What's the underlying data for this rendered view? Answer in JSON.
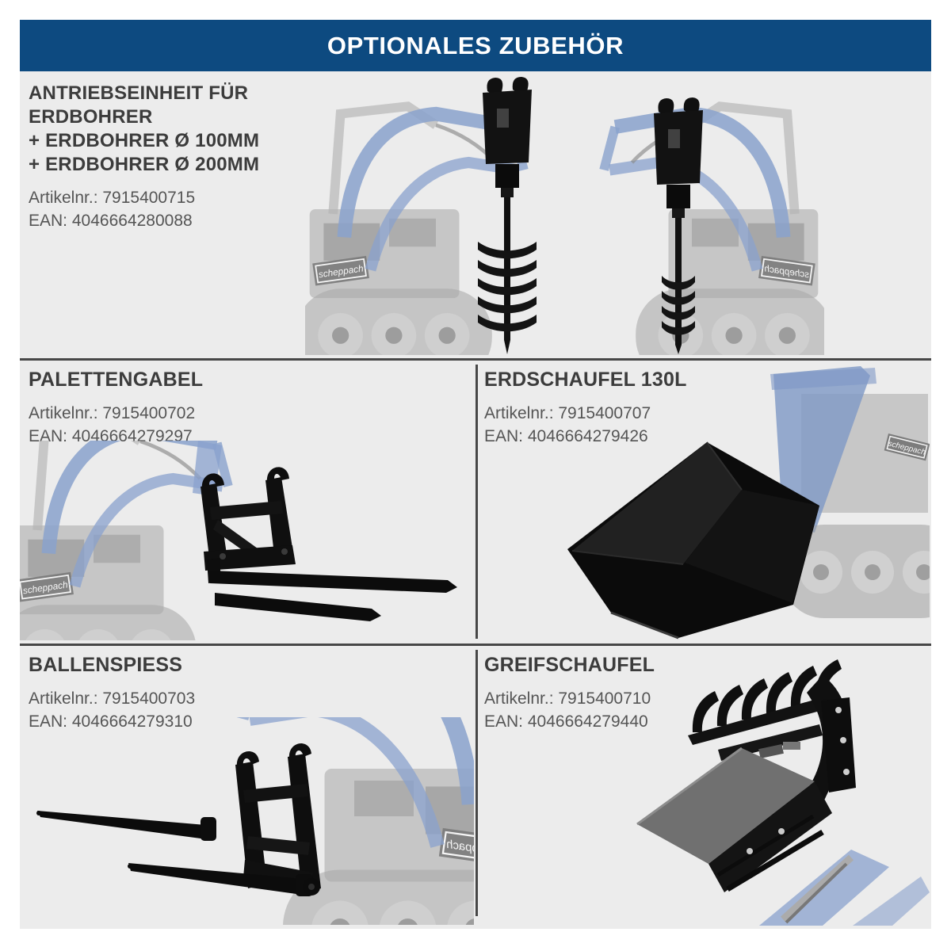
{
  "brand_label": "scheppach",
  "page": {
    "background_color": "#ffffff",
    "panel_color": "#ececec",
    "divider_color": "#474747"
  },
  "header": {
    "title": "OPTIONALES ZUBEHÖR",
    "background_color": "#0d4a80",
    "text_color": "#ffffff"
  },
  "products": [
    {
      "name": "erdbohrer-set",
      "title_lines": [
        "ANTRIEBSEINHEIT FÜR",
        "ERDBOHRER",
        "+ ERDBOHRER Ø 100MM",
        "+ ERDBOHRER Ø 200MM"
      ],
      "artikelnr": "Artikelnr.: 7915400715",
      "ean": "EAN: 4046664280088",
      "image_alt": "mini-loader-with-auger-drive-unit-and-two-earth-augers"
    },
    {
      "name": "palettengabel",
      "title": "PALETTENGABEL",
      "artikelnr": "Artikelnr.: 7915400702",
      "ean": "EAN: 4046664279297",
      "image_alt": "pallet-fork-attachment-on-mini-loader"
    },
    {
      "name": "erdschaufel",
      "title": "ERDSCHAUFEL 130L",
      "artikelnr": "Artikelnr.: 7915400707",
      "ean": "EAN: 4046664279426",
      "image_alt": "130-litre-earth-bucket-attachment"
    },
    {
      "name": "ballenspiess",
      "title": "BALLENSPIESS",
      "artikelnr": "Artikelnr.: 7915400703",
      "ean": "EAN: 4046664279310",
      "image_alt": "bale-spike-attachment-on-mini-loader"
    },
    {
      "name": "greifschaufel",
      "title": "GREIFSCHAUFEL",
      "artikelnr": "Artikelnr.: 7915400710",
      "ean": "EAN: 4046664279440",
      "image_alt": "grapple-bucket-attachment-on-mini-loader"
    }
  ]
}
